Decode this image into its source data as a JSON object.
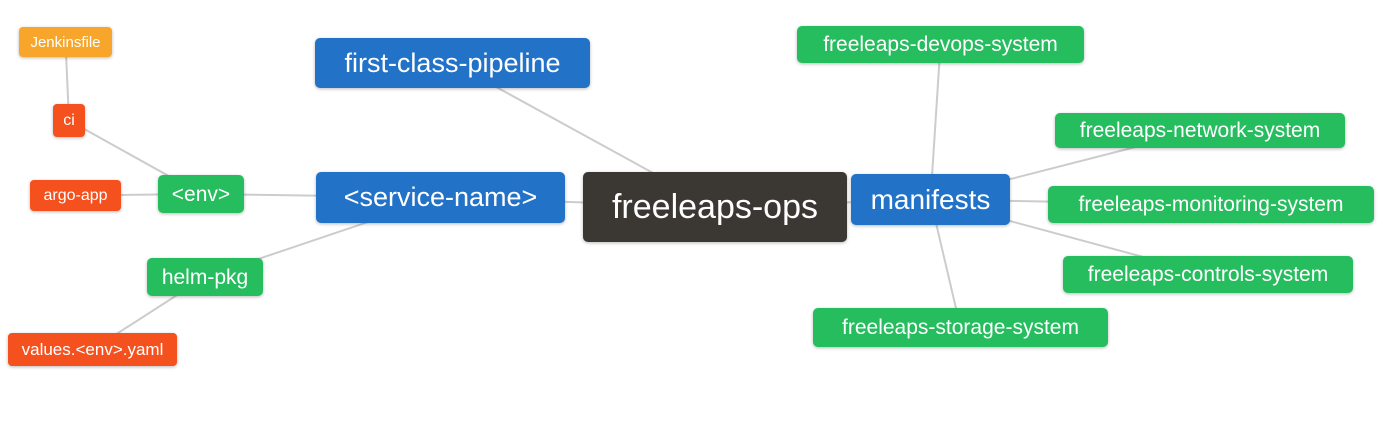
{
  "diagram": {
    "type": "mindmap",
    "root": "freeleaps-ops",
    "palette": {
      "root_bg": "#3B3733",
      "branch_bg": "#2272C8",
      "leaf_green_bg": "#26BD5F",
      "leaf_red_bg": "#F4511E",
      "leaf_orange_bg": "#F7A62B",
      "edge_color": "#CCCCCC",
      "text_color": "#FFFFFF",
      "canvas_bg": "#FFFFFF"
    },
    "nodes": {
      "freeleaps_ops": {
        "label": "freeleaps-ops",
        "color": "#3B3733"
      },
      "first_class_pipeline": {
        "label": "first-class-pipeline",
        "color": "#2272C8"
      },
      "service_name": {
        "label": "<service-name>",
        "color": "#2272C8"
      },
      "manifests": {
        "label": "manifests",
        "color": "#2272C8"
      },
      "env": {
        "label": "<env>",
        "color": "#26BD5F"
      },
      "helm_pkg": {
        "label": "helm-pkg",
        "color": "#26BD5F"
      },
      "jenkinsfile": {
        "label": "Jenkinsfile",
        "color": "#F7A62B"
      },
      "ci": {
        "label": "ci",
        "color": "#F4511E"
      },
      "argo_app": {
        "label": "argo-app",
        "color": "#F4511E"
      },
      "values_env_yaml": {
        "label": "values.<env>.yaml",
        "color": "#F4511E"
      },
      "devops_system": {
        "label": "freeleaps-devops-system",
        "color": "#26BD5F"
      },
      "network_system": {
        "label": "freeleaps-network-system",
        "color": "#26BD5F"
      },
      "monitoring_system": {
        "label": "freeleaps-monitoring-system",
        "color": "#26BD5F"
      },
      "controls_system": {
        "label": "freeleaps-controls-system",
        "color": "#26BD5F"
      },
      "storage_system": {
        "label": "freeleaps-storage-system",
        "color": "#26BD5F"
      }
    },
    "edges": [
      [
        "jenkinsfile",
        "ci"
      ],
      [
        "ci",
        "env"
      ],
      [
        "argo_app",
        "env"
      ],
      [
        "env",
        "service_name"
      ],
      [
        "helm_pkg",
        "service_name"
      ],
      [
        "values_env_yaml",
        "helm_pkg"
      ],
      [
        "first_class_pipeline",
        "freeleaps_ops"
      ],
      [
        "service_name",
        "freeleaps_ops"
      ],
      [
        "freeleaps_ops",
        "manifests"
      ],
      [
        "manifests",
        "devops_system"
      ],
      [
        "manifests",
        "network_system"
      ],
      [
        "manifests",
        "monitoring_system"
      ],
      [
        "manifests",
        "controls_system"
      ],
      [
        "manifests",
        "storage_system"
      ]
    ]
  }
}
